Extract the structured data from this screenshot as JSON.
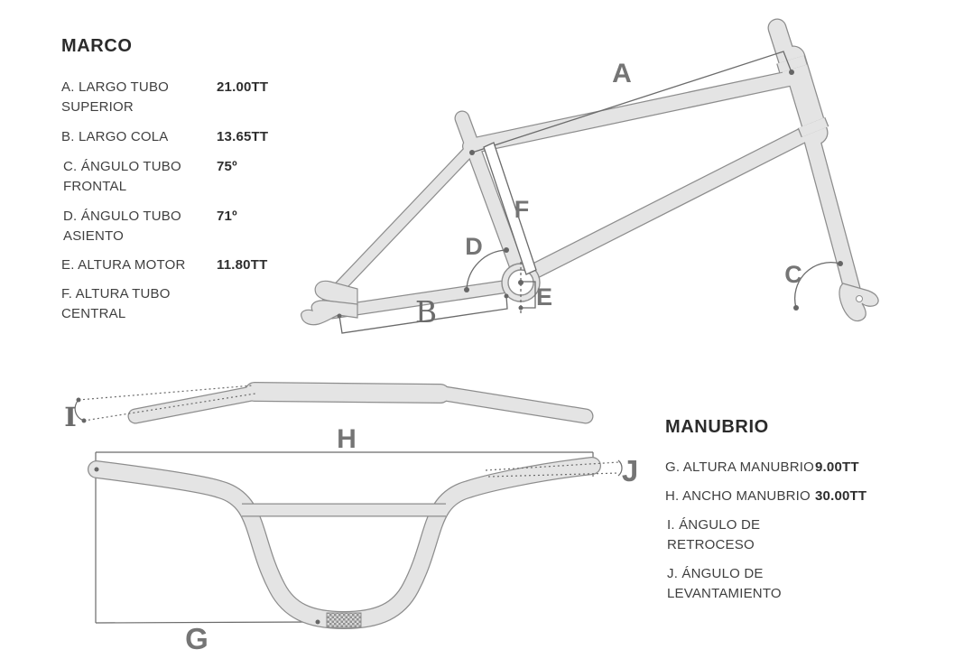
{
  "colors": {
    "tube_fill": "#e4e4e4",
    "tube_stroke": "#8d8d8d",
    "annotation": "#6b6b6b",
    "dim_letter": "#757575",
    "text": "#3f3f3f",
    "heading": "#2b2b2b"
  },
  "frame_specs": {
    "title": "MARCO",
    "rows": [
      {
        "label": "A. LARGO TUBO\nSUPERIOR",
        "value": "21.00TT"
      },
      {
        "label": "B. LARGO COLA",
        "value": "13.65TT"
      },
      {
        "label": "C. ÁNGULO TUBO\nFRONTAL",
        "value": "75º"
      },
      {
        "label": "D. ÁNGULO TUBO\nASIENTO",
        "value": "71º"
      },
      {
        "label": "E. ALTURA MOTOR",
        "value": "11.80TT"
      },
      {
        "label": "F. ALTURA TUBO\nCENTRAL",
        "value": ""
      }
    ]
  },
  "handlebar_specs": {
    "title": "MANUBRIO",
    "rows": [
      {
        "label": "G. ALTURA MANUBRIO",
        "value": "9.00TT"
      },
      {
        "label": "H. ANCHO MANUBRIO",
        "value": "30.00TT"
      },
      {
        "label": "I. ÁNGULO DE\nRETROCESO",
        "value": ""
      },
      {
        "label": "J. ÁNGULO DE\nLEVANTAMIENTO",
        "value": ""
      }
    ]
  },
  "letters": {
    "a": "A",
    "b": "B",
    "c": "C",
    "d": "D",
    "e": "E",
    "f": "F",
    "g": "G",
    "h": "H",
    "i": "I",
    "j": "J"
  }
}
